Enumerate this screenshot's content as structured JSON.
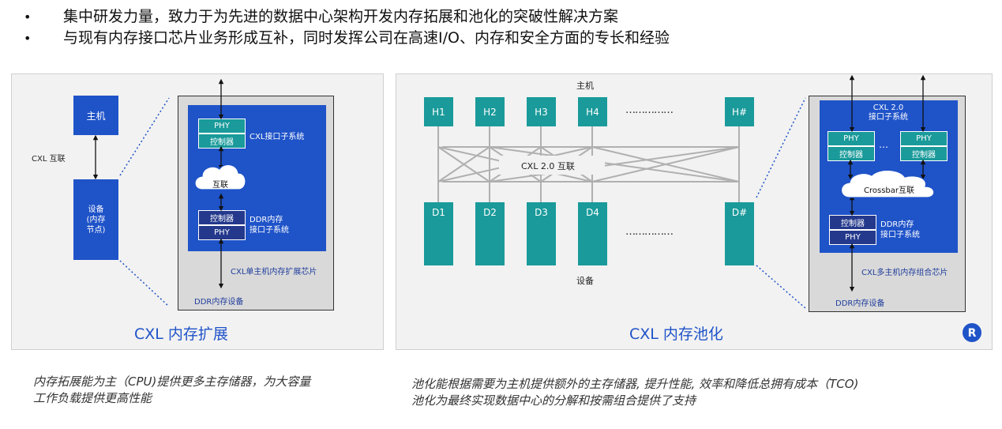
{
  "bullets": [
    "集中研发力量，致力于为先进的数据中心架构开发内存拓展和池化的突破性解决方案",
    "与现有内存接口芯片业务形成互补，同时发挥公司在高速I/O、内存和安全方面的专长和经验"
  ],
  "bullet_mark": "•",
  "left": {
    "host": "主机",
    "cxl_link": "CXL 互联",
    "device_lines": [
      "设备",
      "(内存",
      "节点)"
    ],
    "phy": "PHY",
    "controller": "控制器",
    "cxl_subsystem": "CXL接口子系统",
    "interconnect": "互联",
    "ddr_subsystem_lines": [
      "DDR内存",
      "接口子系统"
    ],
    "chip_label": "CXL单主机内存扩展芯片",
    "ddr_device": "DDR内存设备",
    "title": "CXL 内存扩展"
  },
  "right": {
    "host_label": "主机",
    "hosts": [
      "H1",
      "H2",
      "H3",
      "H4",
      "H#"
    ],
    "devices": [
      "D1",
      "D2",
      "D3",
      "D4",
      "D#"
    ],
    "ellipsis": "……………",
    "fabric_label": "CXL 2.0 互联",
    "device_label": "设备",
    "cxl20_lines": [
      "CXL 2.0",
      "接口子系统"
    ],
    "phy": "PHY",
    "controller": "控制器",
    "mid_dots": "…",
    "crossbar": "Crossbar互联",
    "ddr_subsystem_lines": [
      "DDR内存",
      "接口子系统"
    ],
    "chip_label": "CXL多主机内存组合芯片",
    "ddr_device": "DDR内存设备",
    "title": "CXL 内存池化",
    "logo_letter": "R"
  },
  "captions": {
    "left": [
      "内存拓展能为主（CPU)提供更多主存储器，为大容量",
      "工作负载提供更高性能"
    ],
    "right": [
      "池化能根据需要为主机提供额外的主存储器, 提升性能, 效率和降低总拥有成本（TCO)",
      "池化为最终实现数据中心的分解和按需组合提供了支持"
    ]
  },
  "colors": {
    "blue": "#1f53c8",
    "teal": "#1a9a9a",
    "navy": "#24398c",
    "panel": "#f2f2f2"
  }
}
